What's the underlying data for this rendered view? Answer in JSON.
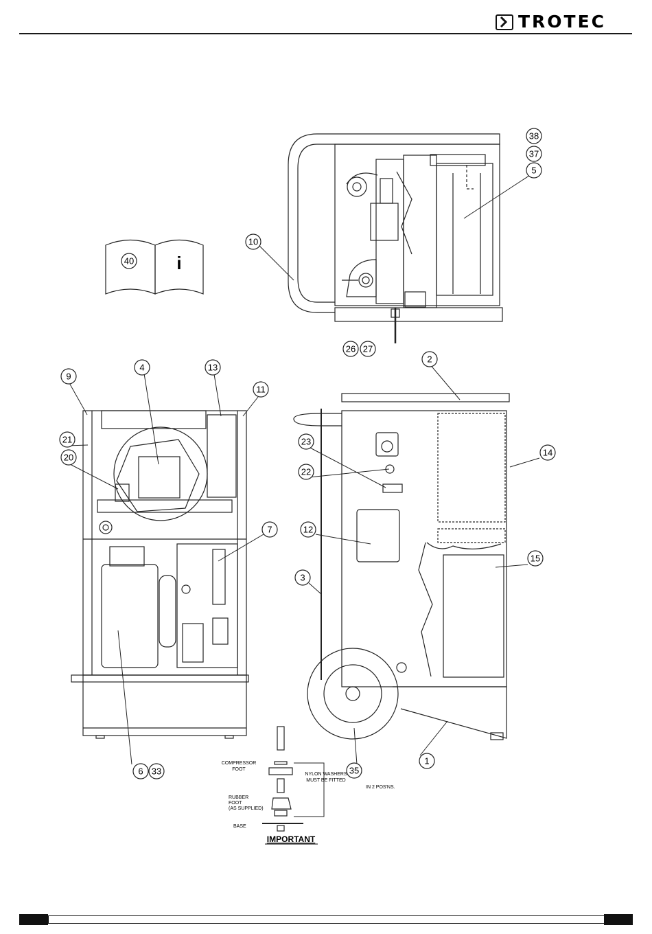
{
  "brand": {
    "name": "TROTEC"
  },
  "callouts": [
    {
      "id": "c38",
      "label": "38"
    },
    {
      "id": "c37",
      "label": "37"
    },
    {
      "id": "c5",
      "label": "5"
    },
    {
      "id": "c10",
      "label": "10"
    },
    {
      "id": "c40",
      "label": "40"
    },
    {
      "id": "c26",
      "label": "26"
    },
    {
      "id": "c27",
      "label": "27"
    },
    {
      "id": "c2",
      "label": "2"
    },
    {
      "id": "c9",
      "label": "9"
    },
    {
      "id": "c4",
      "label": "4"
    },
    {
      "id": "c13",
      "label": "13"
    },
    {
      "id": "c11",
      "label": "11"
    },
    {
      "id": "c21",
      "label": "21"
    },
    {
      "id": "c20",
      "label": "20"
    },
    {
      "id": "c23",
      "label": "23"
    },
    {
      "id": "c14",
      "label": "14"
    },
    {
      "id": "c22",
      "label": "22"
    },
    {
      "id": "c7",
      "label": "7"
    },
    {
      "id": "c12",
      "label": "12"
    },
    {
      "id": "c15",
      "label": "15"
    },
    {
      "id": "c3",
      "label": "3"
    },
    {
      "id": "c6",
      "label": "6"
    },
    {
      "id": "c33",
      "label": "33"
    },
    {
      "id": "c35",
      "label": "35"
    },
    {
      "id": "c1",
      "label": "1"
    }
  ],
  "manual_icon": {
    "info_symbol": "i"
  },
  "notes": {
    "compressor_foot_line1": "COMPRESSOR",
    "compressor_foot_line2": "FOOT",
    "rubber_foot_line1": "RUBBER",
    "rubber_foot_line2": "FOOT",
    "rubber_foot_line3": "(AS SUPPLIED)",
    "base": "BASE",
    "nylon_line1": "NYLON WASHERS",
    "nylon_line2": "MUST BE FITTED",
    "important": "IMPORTANT",
    "wheel_positions": "IN 2 POS'NS."
  }
}
